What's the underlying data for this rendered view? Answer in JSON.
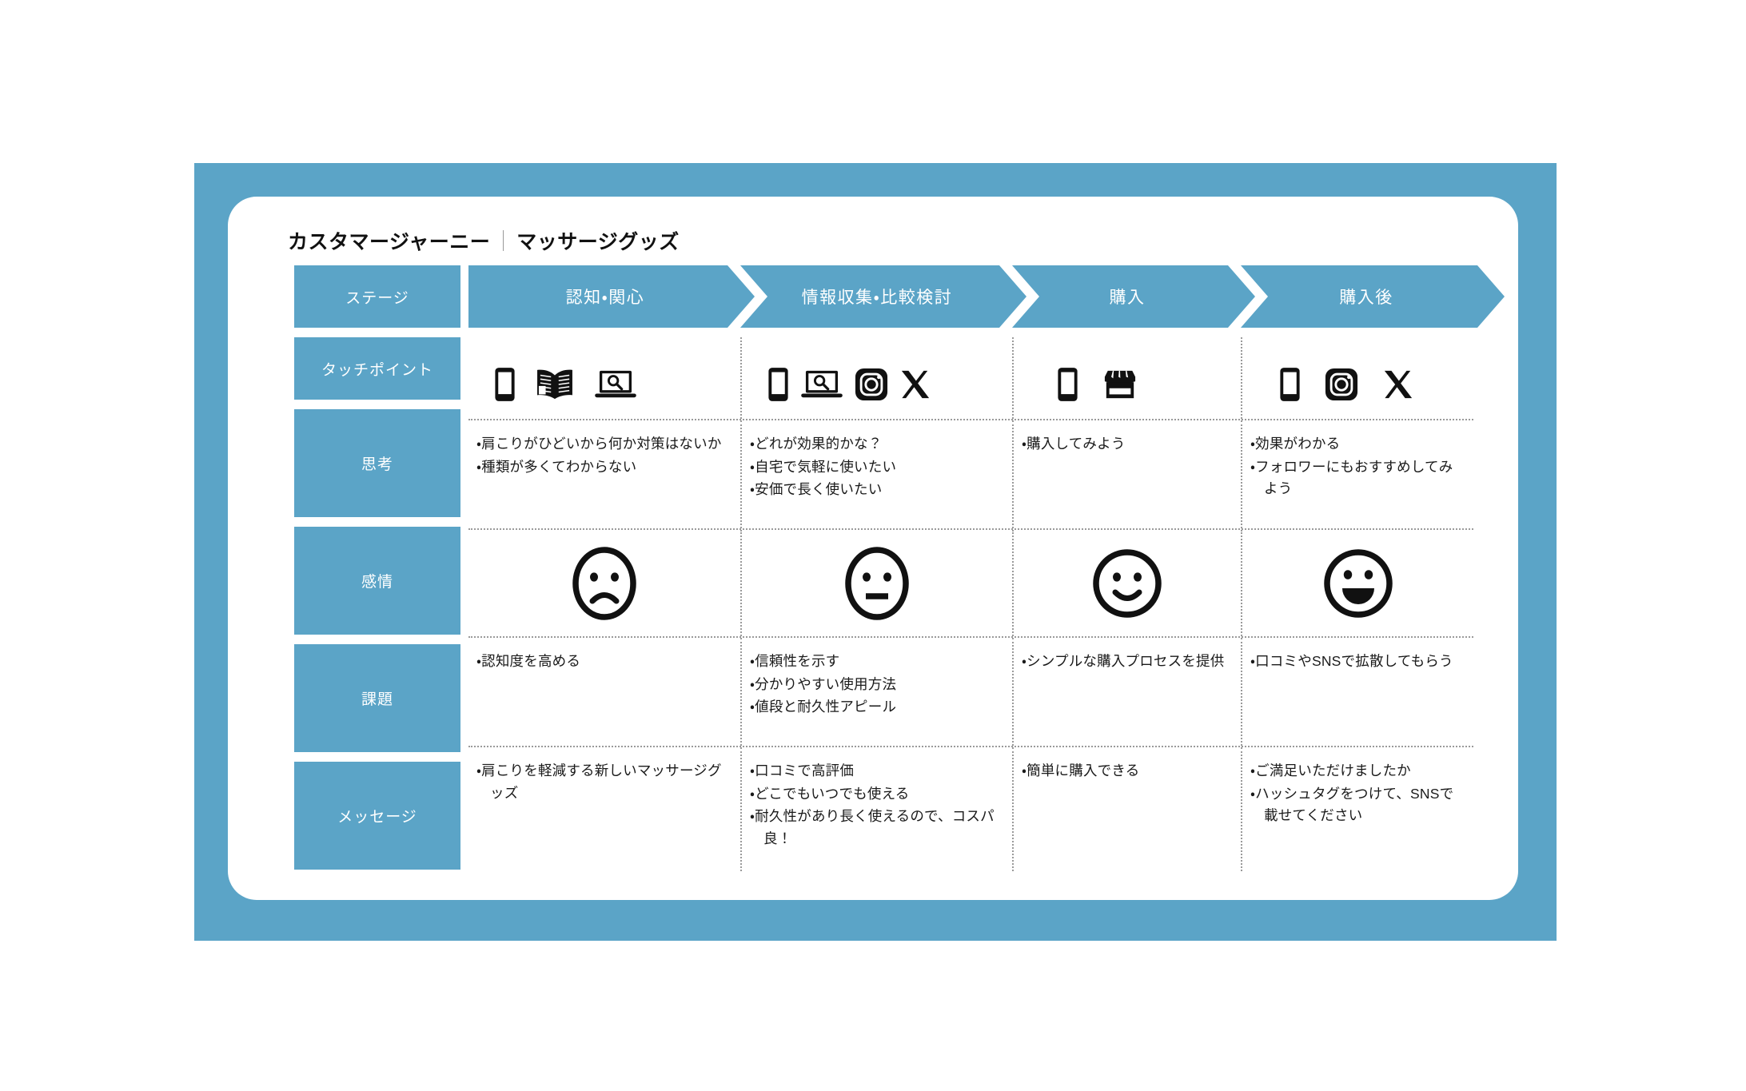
{
  "theme": {
    "brand_blue": "#5BA4C7",
    "ink": "#1a1a1a",
    "divider": "#9a9a9a"
  },
  "header": {
    "title": "カスタマージャーニー",
    "divider": "｜",
    "subtitle": "マッサージグッズ"
  },
  "row_labels": {
    "stage": "ステージ",
    "touchpoint": "タッチポイント",
    "thought": "思考",
    "emotion": "感情",
    "issue": "課題",
    "message": "メッセージ"
  },
  "stages": [
    {
      "label": "認知・関心"
    },
    {
      "label": "情報収集・比較検討"
    },
    {
      "label": "購入"
    },
    {
      "label": "購入後"
    }
  ],
  "touchpoints": [
    {
      "icons": [
        "smartphone-icon",
        "magazine-icon",
        "laptop-search-icon"
      ]
    },
    {
      "icons": [
        "smartphone-icon",
        "laptop-search-icon",
        "instagram-icon",
        "x-twitter-icon"
      ]
    },
    {
      "icons": [
        "smartphone-icon",
        "storefront-icon"
      ]
    },
    {
      "icons": [
        "smartphone-icon",
        "instagram-icon",
        "x-twitter-icon"
      ]
    }
  ],
  "thoughts": [
    [
      "肩こりがひどいから何か対策はないか",
      "種類が多くてわからない"
    ],
    [
      "どれが効果的かな？",
      "自宅で気軽に使いたい",
      "安価で長く使いたい"
    ],
    [
      "購入してみよう"
    ],
    [
      "効果がわかる",
      "フォロワーにもおすすめしてみよう"
    ]
  ],
  "emotions": [
    {
      "face": "sad-face-icon"
    },
    {
      "face": "neutral-face-icon"
    },
    {
      "face": "slight-smile-face-icon"
    },
    {
      "face": "grin-face-icon"
    }
  ],
  "issues": [
    [
      "認知度を高める"
    ],
    [
      "信頼性を示す",
      "分かりやすい使用方法",
      "値段と耐久性アピール"
    ],
    [
      "シンプルな購入プロセスを提供"
    ],
    [
      "口コミやSNSで拡散してもらう"
    ]
  ],
  "messages": [
    [
      "肩こりを軽減する新しいマッサージグッズ"
    ],
    [
      "口コミで高評価",
      "どこでもいつでも使える",
      "耐久性があり長く使えるので、コスパ良！"
    ],
    [
      "簡単に購入できる"
    ],
    [
      "ご満足いただけましたか",
      "ハッシュタグをつけて、SNSで載せてください"
    ]
  ]
}
